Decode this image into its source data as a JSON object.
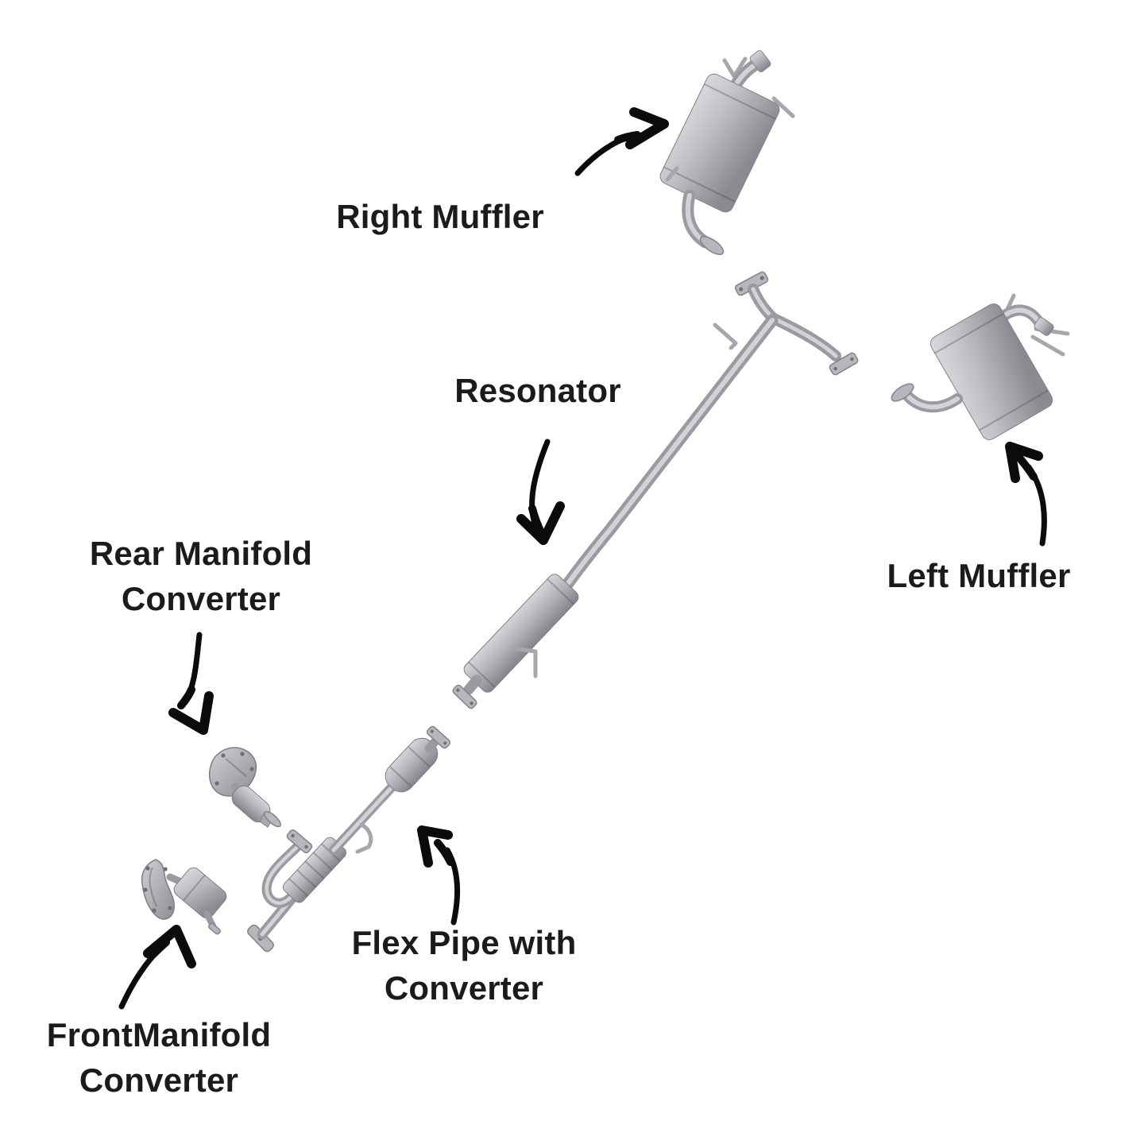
{
  "page": {
    "type": "exploded-parts-diagram",
    "subject": "vehicle exhaust system"
  },
  "colors": {
    "background": "#ffffff",
    "label_text": "#1b1b1e",
    "arrow": "#0b0b0b",
    "metal_light": "#d8d8dc",
    "metal_mid": "#aeaeb4",
    "metal_dark": "#86868c"
  },
  "labels": {
    "right_muffler": {
      "lines": [
        "Right Muffler"
      ]
    },
    "resonator": {
      "lines": [
        "Resonator"
      ]
    },
    "left_muffler": {
      "lines": [
        "Left Muffler"
      ]
    },
    "rear_manifold_converter": {
      "lines": [
        "Rear Manifold",
        "Converter"
      ]
    },
    "front_manifold_converter": {
      "lines": [
        "FrontManifold",
        "Converter"
      ]
    },
    "flex_pipe_with_converter": {
      "lines": [
        "Flex Pipe with",
        "Converter"
      ]
    }
  },
  "parts": [
    "right-muffler",
    "center-pipe-with-resonator",
    "left-muffler",
    "rear-manifold-converter",
    "front-manifold-converter",
    "flex-pipe-with-converter"
  ],
  "arrows": [
    {
      "name": "right-muffler-arrow",
      "from_label": "right_muffler",
      "points_to": "right-muffler"
    },
    {
      "name": "resonator-arrow",
      "from_label": "resonator",
      "points_to": "center-pipe-with-resonator"
    },
    {
      "name": "left-muffler-arrow",
      "from_label": "left_muffler",
      "points_to": "left-muffler"
    },
    {
      "name": "rear-manifold-converter-arrow",
      "from_label": "rear_manifold_converter",
      "points_to": "rear-manifold-converter"
    },
    {
      "name": "front-manifold-converter-arrow",
      "from_label": "front_manifold_converter",
      "points_to": "front-manifold-converter"
    },
    {
      "name": "flex-pipe-arrow",
      "from_label": "flex_pipe_with_converter",
      "points_to": "flex-pipe-with-converter"
    }
  ]
}
